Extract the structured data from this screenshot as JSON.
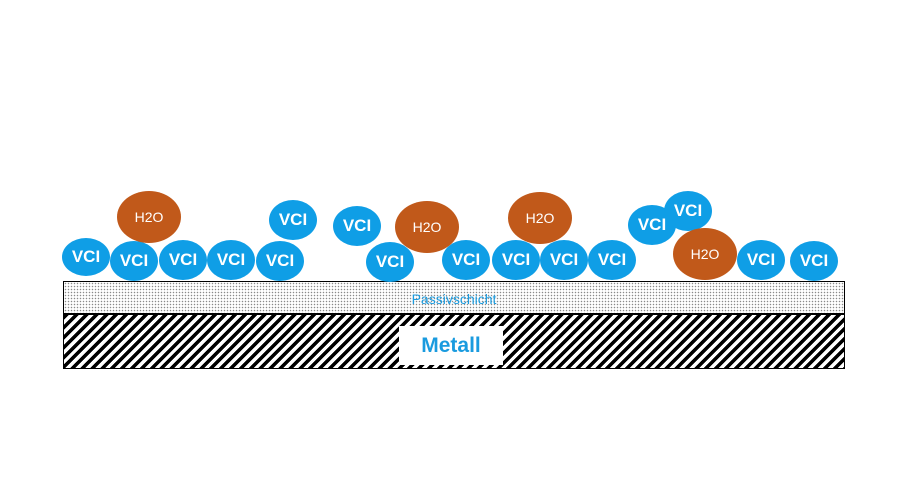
{
  "layers": {
    "passive_layer_label": "Passivschicht",
    "metal_label": "Metall"
  },
  "molecule_labels": {
    "vci": "VCI",
    "water": "H2O"
  },
  "colors": {
    "vci_fill": "#0f9ee6",
    "water_fill": "#c1591a",
    "label_text": "#1a9bdf",
    "metal_hatch": "#000000"
  }
}
